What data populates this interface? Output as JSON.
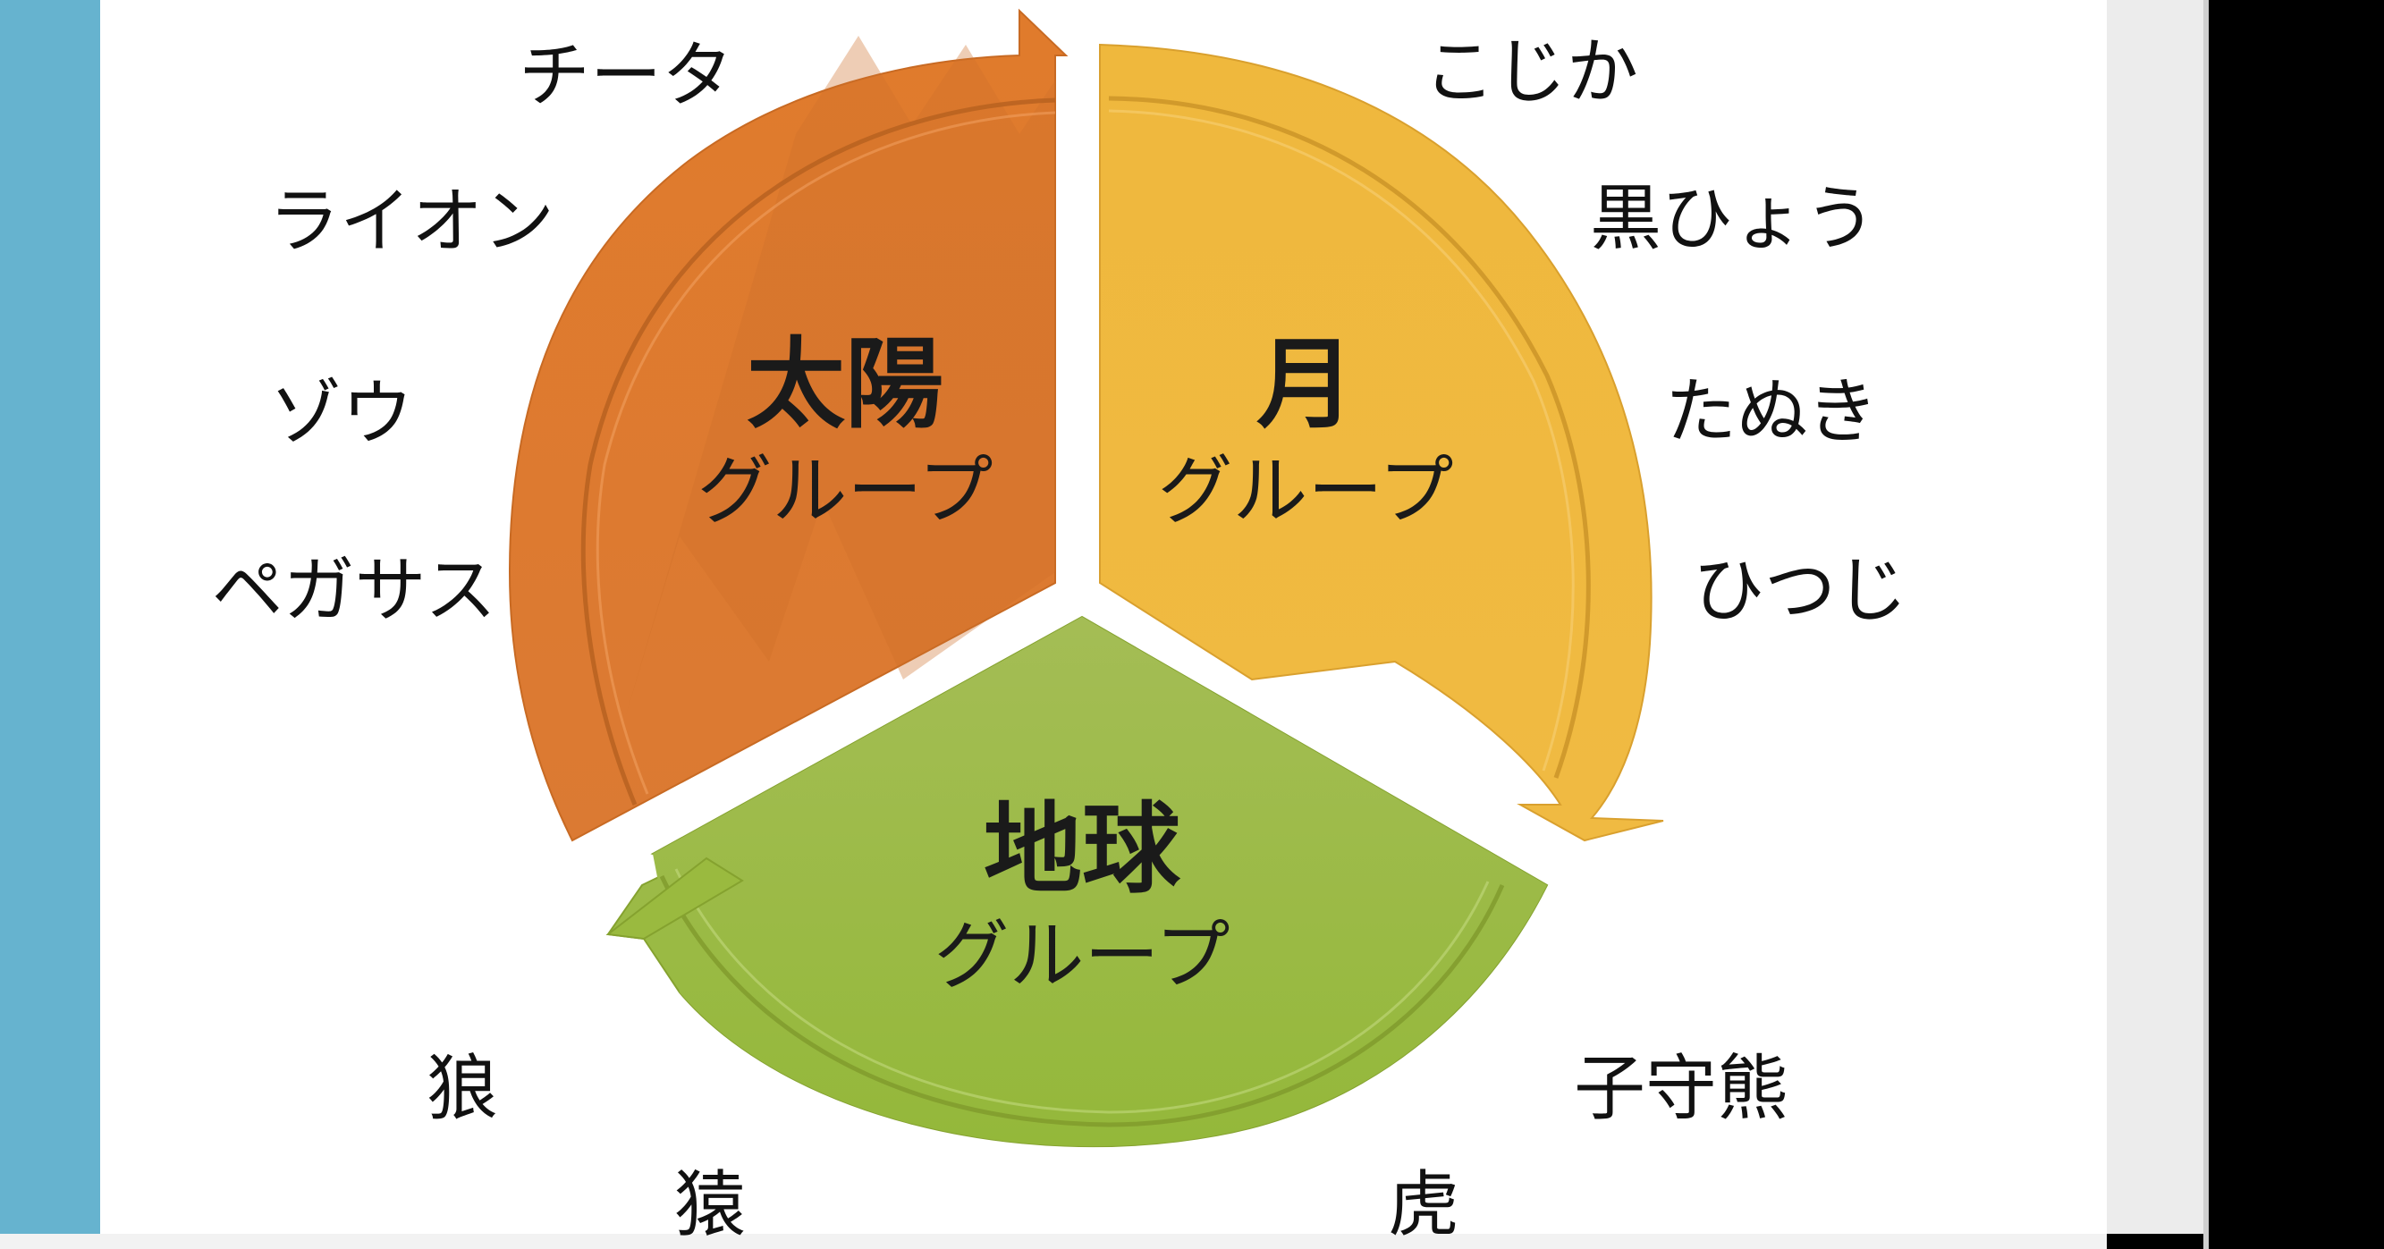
{
  "colors": {
    "sun": "#de7a30",
    "moon": "#efb83e",
    "earth": "#9aba3f",
    "side_panel": "#66b3cf",
    "text": "#111111"
  },
  "groups": {
    "sun": {
      "title": "太陽",
      "subtitle": "グループ",
      "animals": [
        "チータ",
        "ライオン",
        "ゾウ",
        "ペガサス"
      ]
    },
    "moon": {
      "title": "月",
      "subtitle": "グループ",
      "animals": [
        "こじか",
        "黒ひょう",
        "たぬき",
        "ひつじ"
      ]
    },
    "earth": {
      "title": "地球",
      "subtitle": "グループ",
      "animals": [
        "狼",
        "猿",
        "子守熊",
        "虎"
      ]
    }
  }
}
